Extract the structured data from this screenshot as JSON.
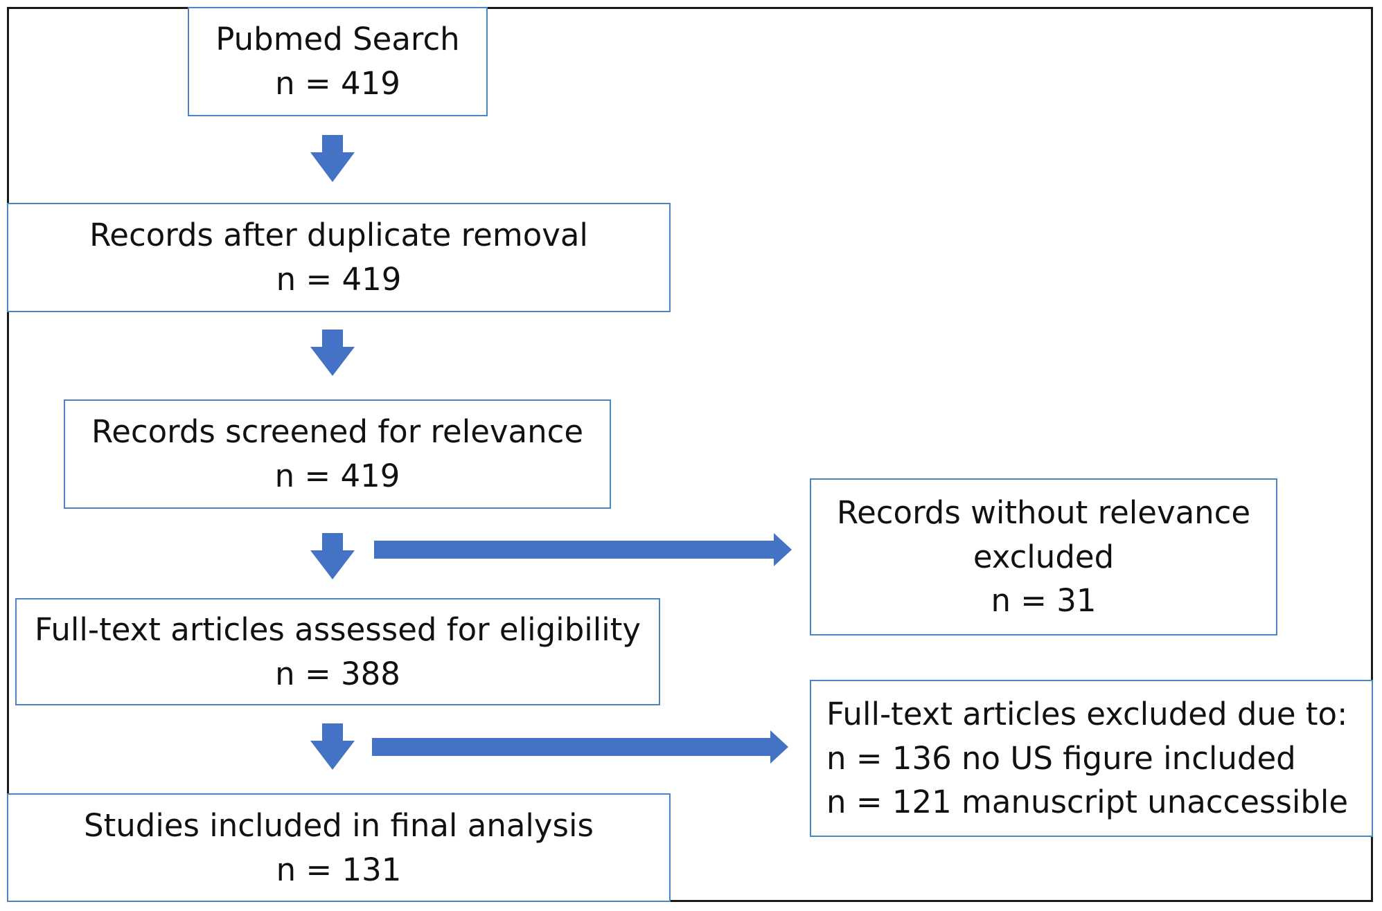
{
  "flowchart": {
    "boxes": {
      "pubmed": {
        "title": "Pubmed Search",
        "count": "n = 419"
      },
      "duplicates": {
        "title": "Records after duplicate removal",
        "count": "n = 419"
      },
      "screened": {
        "title": "Records screened for relevance",
        "count": "n = 419"
      },
      "fulltext": {
        "title": "Full-text articles assessed for eligibility",
        "count": "n = 388"
      },
      "included": {
        "title": "Studies included in final analysis",
        "count": "n = 131"
      },
      "excluded_relevance": {
        "line1": "Records without relevance",
        "line2": "excluded",
        "count": "n = 31"
      },
      "excluded_fulltext": {
        "title": "Full-text articles excluded due to:",
        "reason1": "n = 136 no US figure included",
        "reason2": "n = 121 manuscript unaccessible"
      }
    },
    "colors": {
      "arrow": "#4472c4",
      "box_border": "#4a86c5",
      "frame": "#1a1a1a"
    }
  }
}
